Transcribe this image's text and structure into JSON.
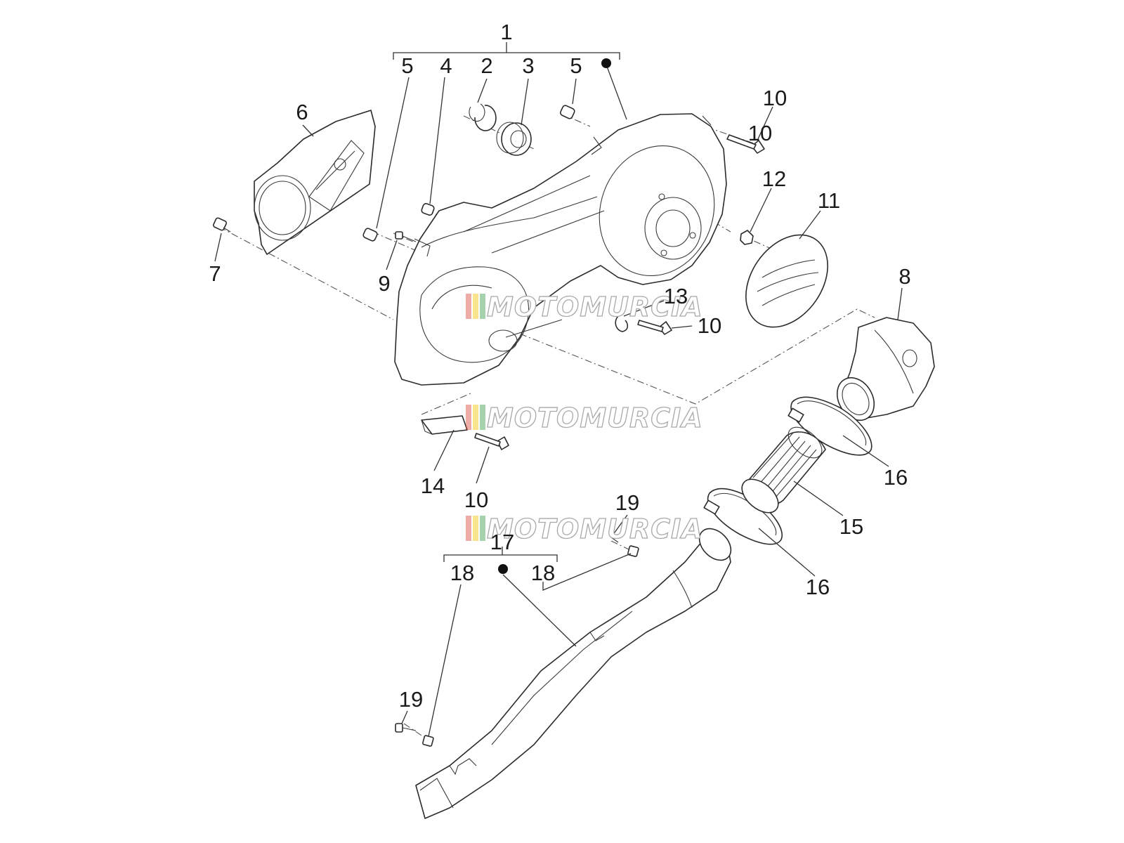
{
  "diagram": {
    "callouts": [
      "1",
      "2",
      "3",
      "4",
      "5",
      "5",
      "6",
      "7",
      "8",
      "9",
      "10",
      "10",
      "10",
      "10",
      "11",
      "12",
      "13",
      "14",
      "15",
      "16",
      "16",
      "17",
      "18",
      "18",
      "19",
      "19"
    ],
    "watermark": "MOTOMURCIA",
    "colors": {
      "line": "#2b2b2b",
      "watermark_stripes": [
        "#d9463a",
        "#f2c200",
        "#3a9b4a"
      ]
    }
  }
}
